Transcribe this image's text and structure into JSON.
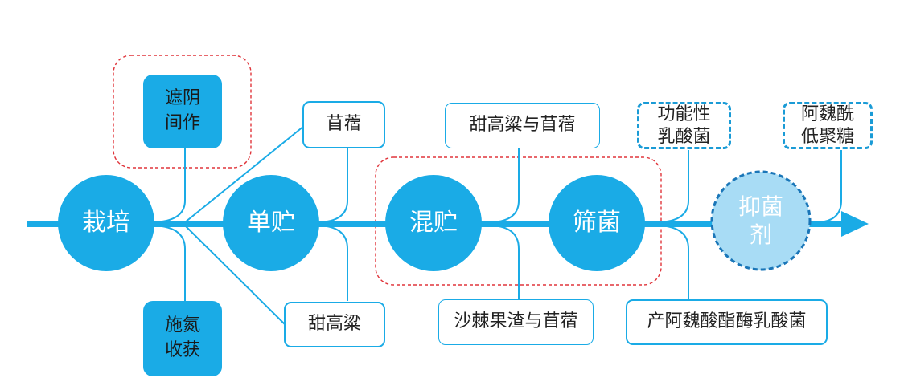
{
  "colors": {
    "primary": "#1aabe6",
    "light_circle": "#a8dcf5",
    "light_circle_border": "#1a76b8",
    "red_dash": "#e0353b",
    "text_dark": "#222222"
  },
  "main_nodes": {
    "cultivation": "栽培",
    "single_storage": "单贮",
    "mixed_storage": "混贮",
    "screen_bacteria": "筛菌",
    "inhibitor": "抑菌\n剂"
  },
  "branches": {
    "shade_intercrop": "遮阴\n间作",
    "fertilize_harvest": "施氮\n收获",
    "alfalfa": "苜蓿",
    "sweet_sorghum": "甜高粱",
    "sorghum_alfalfa": "甜高粱与苜蓿",
    "seabuckthorn_alfalfa": "沙棘果渣与苜蓿",
    "functional_lab": "功能性\n乳酸菌",
    "feruloyl_esterase_lab": "产阿魏酸酯酶乳酸菌",
    "feruloyl_oligosaccharide": "阿魏酰\n低聚糖"
  }
}
